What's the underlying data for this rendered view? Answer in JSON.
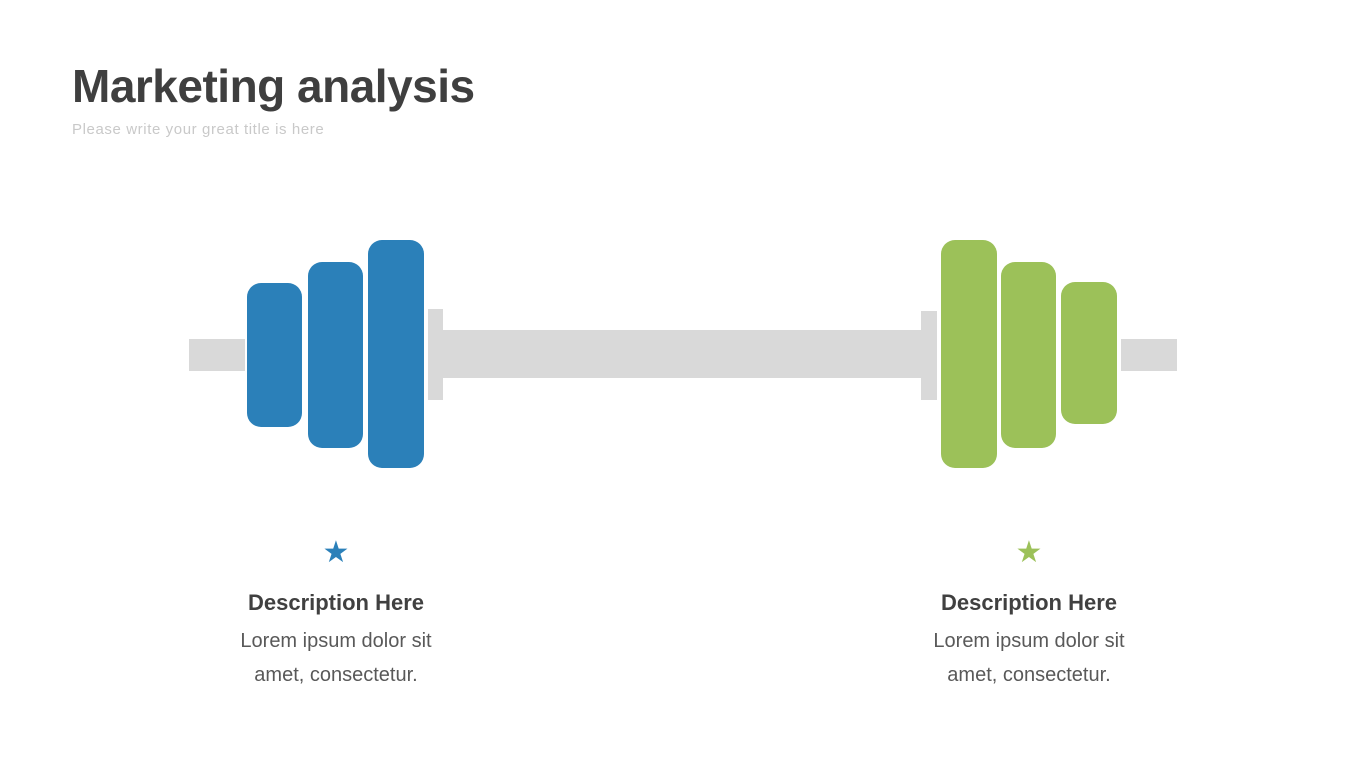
{
  "header": {
    "title": "Marketing analysis",
    "subtitle": "Please write your great title is here"
  },
  "colors": {
    "blue": "#2b80b9",
    "green": "#9cc159",
    "bar_gray": "#d9d9d9",
    "background": "#ffffff",
    "title_text": "#3f3f3f",
    "subtitle_text": "#c9c9c9",
    "heading_text": "#404040",
    "body_text": "#595959"
  },
  "dumbbell": {
    "left_plate_count": 3,
    "right_plate_count": 3,
    "left_plate_color": "#2b80b9",
    "right_plate_color": "#9cc159",
    "bar_color": "#d9d9d9"
  },
  "sections": [
    {
      "icon": "star-icon",
      "icon_glyph": "★",
      "accent": "#2b80b9",
      "heading": "Description Here",
      "body": "Lorem ipsum dolor sit amet, consectetur."
    },
    {
      "icon": "star-icon",
      "icon_glyph": "★",
      "accent": "#9cc159",
      "heading": "Description Here",
      "body": "Lorem ipsum dolor sit amet, consectetur."
    }
  ]
}
